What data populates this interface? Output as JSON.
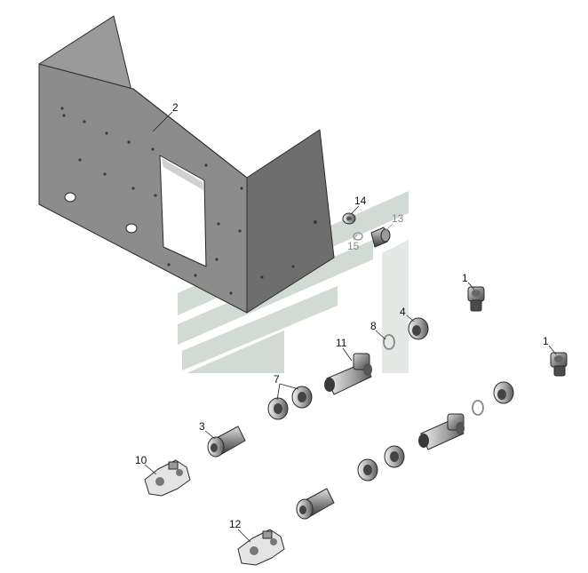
{
  "callouts": [
    {
      "id": "c2",
      "text": "2"
    },
    {
      "id": "c14",
      "text": "14"
    },
    {
      "id": "c13",
      "text": "13"
    },
    {
      "id": "c15",
      "text": "15"
    },
    {
      "id": "c1a",
      "text": "1"
    },
    {
      "id": "c1b",
      "text": "1"
    },
    {
      "id": "c8",
      "text": "8"
    },
    {
      "id": "c4",
      "text": "4"
    },
    {
      "id": "c11",
      "text": "11"
    },
    {
      "id": "c7",
      "text": "7"
    },
    {
      "id": "c3",
      "text": "3"
    },
    {
      "id": "c10",
      "text": "10"
    },
    {
      "id": "c12",
      "text": "12"
    }
  ],
  "colors": {
    "bracket_front": "#8c8c8c",
    "bracket_side": "#6e6e6e",
    "bracket_back": "#9a9a9a",
    "fitting_dark": "#555555",
    "fitting_light": "#b8b8b8",
    "watermark": "#c9d4cc",
    "watermark_stripe": "#ffffff"
  }
}
